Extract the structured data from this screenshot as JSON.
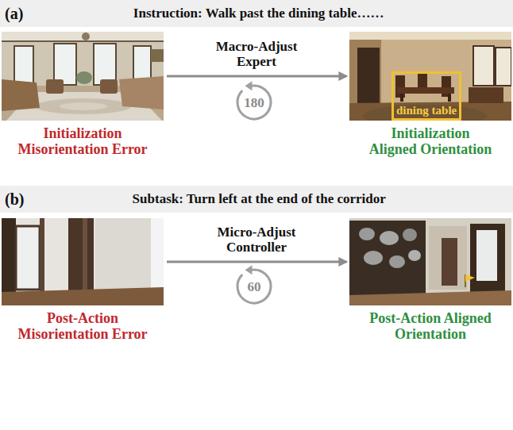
{
  "diagram": {
    "nodes": [
      {
        "text": [
          "(a)",
          "Instruction: Walk past the dining table……"
        ]
      },
      {
        "text": [
          "Initialization Misorientation Error"
        ]
      },
      {
        "text": [
          "Initialization Aligned Orientation"
        ]
      },
      {
        "text": [
          "dining table"
        ],
        "in": 2
      },
      {
        "text": [
          "(b)",
          "Subtask: Turn left at the end of the corridor"
        ]
      },
      {
        "text": [
          "Post-Action Misorientation Error"
        ]
      },
      {
        "text": [
          "Post-Action Aligned Orientation"
        ]
      }
    ],
    "edges": [
      {
        "from": 1,
        "to": 2,
        "arrow": "to",
        "label": "Macro-Adjust Expert"
      },
      {
        "from": 5,
        "to": 6,
        "arrow": "to",
        "label": "Micro-Adjust Controller"
      }
    ],
    "labels": [
      "180",
      "60"
    ]
  }
}
